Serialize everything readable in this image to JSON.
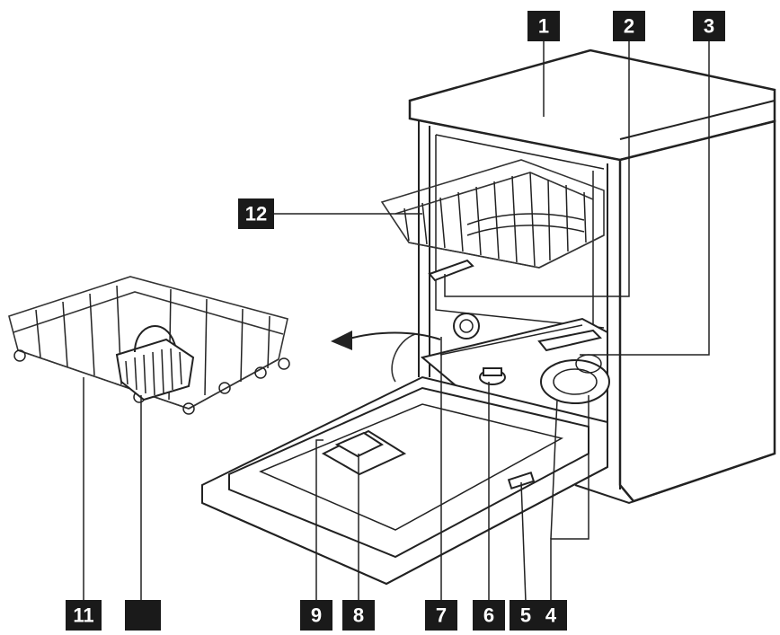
{
  "labels": [
    {
      "id": "1",
      "text": "1"
    },
    {
      "id": "2",
      "text": "2"
    },
    {
      "id": "3",
      "text": "3"
    },
    {
      "id": "4",
      "text": "4"
    },
    {
      "id": "5",
      "text": "5"
    },
    {
      "id": "6",
      "text": "6"
    },
    {
      "id": "7",
      "text": "7"
    },
    {
      "id": "8",
      "text": "8"
    },
    {
      "id": "9",
      "text": "9"
    },
    {
      "id": "10",
      "text": ""
    },
    {
      "id": "11",
      "text": "11"
    },
    {
      "id": "12",
      "text": "12"
    }
  ]
}
